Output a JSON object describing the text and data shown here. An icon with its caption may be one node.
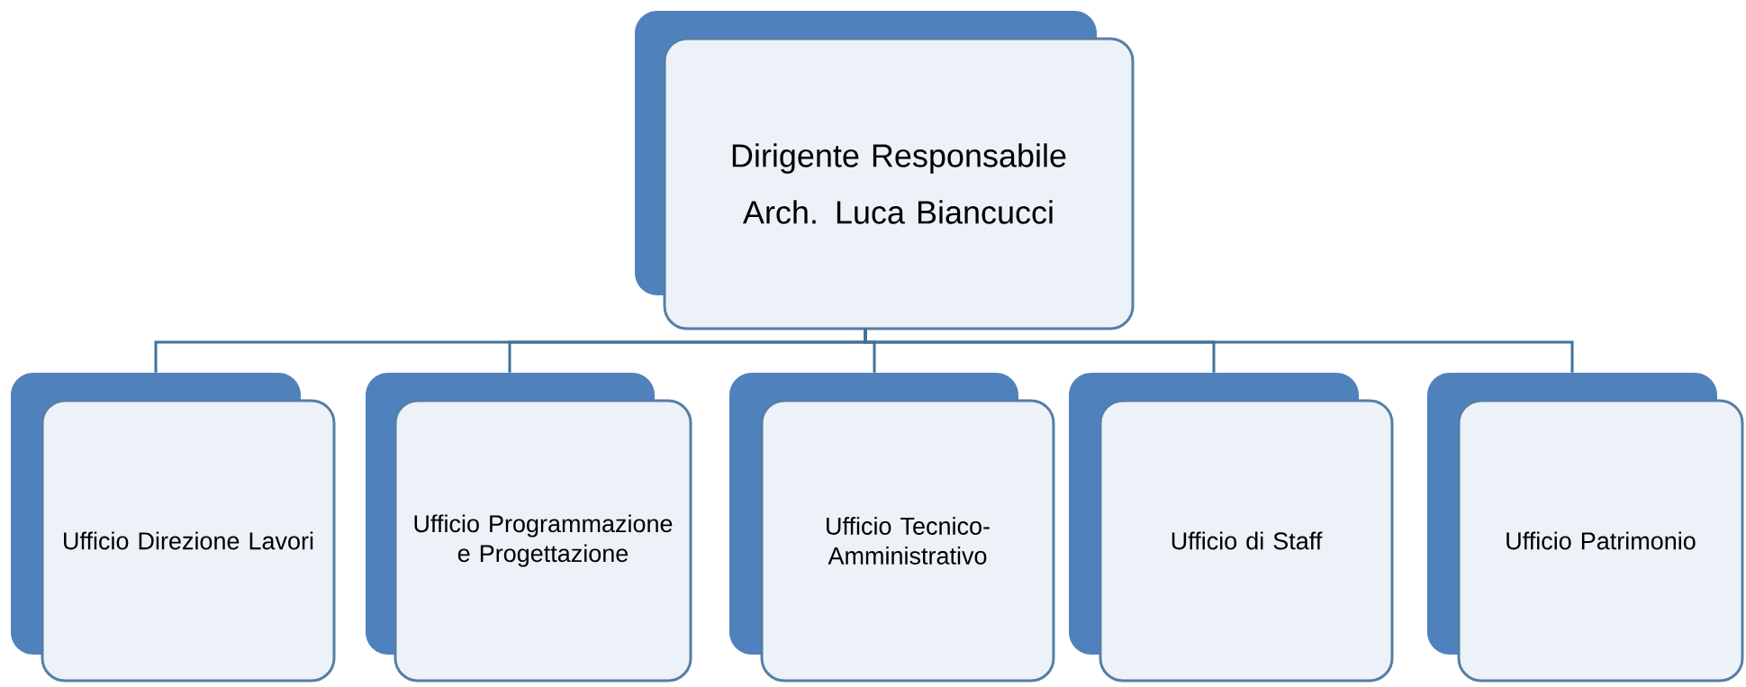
{
  "diagram": {
    "nodes": [
      {
        "text": [
          "Dirigente Responsabile",
          "Arch. Luca Biancucci"
        ]
      },
      {
        "text": [
          "Ufficio Direzione Lavori"
        ]
      },
      {
        "text": [
          "Ufficio Programmazione e Progettazione"
        ]
      },
      {
        "text": [
          "Ufficio Tecnico-Amministrativo"
        ]
      },
      {
        "text": [
          "Ufficio di Staff"
        ]
      },
      {
        "text": [
          "Ufficio Patrimonio"
        ]
      }
    ],
    "edges": [
      {
        "from": 0,
        "to": 1,
        "arrow": "none"
      },
      {
        "from": 0,
        "to": 2,
        "arrow": "none"
      },
      {
        "from": 0,
        "to": 3,
        "arrow": "none"
      },
      {
        "from": 0,
        "to": 4,
        "arrow": "none"
      },
      {
        "from": 0,
        "to": 5,
        "arrow": "none"
      }
    ]
  }
}
